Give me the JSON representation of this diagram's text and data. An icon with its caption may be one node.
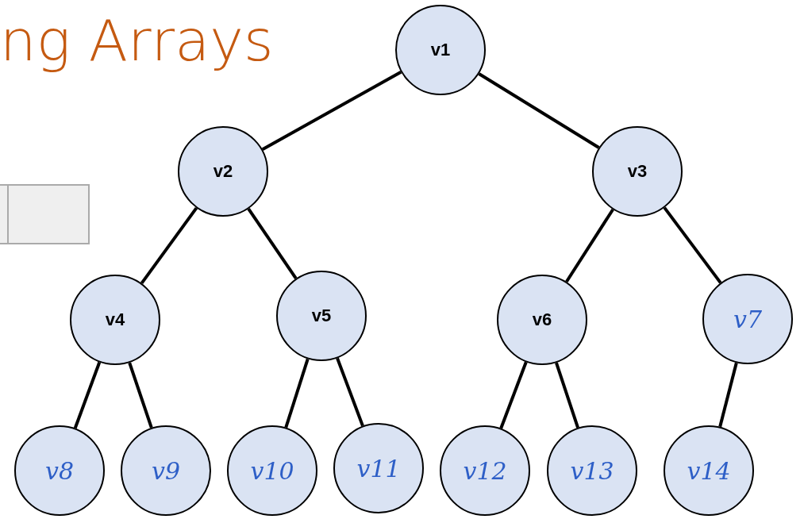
{
  "diagram": {
    "title": "ng Arrays",
    "nodes": [
      {
        "text": [
          "v1"
        ]
      },
      {
        "text": [
          "v2"
        ]
      },
      {
        "text": [
          "v3"
        ]
      },
      {
        "text": [
          "v4"
        ]
      },
      {
        "text": [
          "v5"
        ]
      },
      {
        "text": [
          "v6"
        ]
      },
      {
        "text": [
          "v7"
        ]
      },
      {
        "text": [
          "v8"
        ]
      },
      {
        "text": [
          "v9"
        ]
      },
      {
        "text": [
          "v10"
        ]
      },
      {
        "text": [
          "v11"
        ]
      },
      {
        "text": [
          "v12"
        ]
      },
      {
        "text": [
          "v13"
        ]
      },
      {
        "text": [
          "v14"
        ]
      }
    ],
    "edges": [
      {
        "from": 0,
        "to": 1,
        "arrow": "none"
      },
      {
        "from": 0,
        "to": 2,
        "arrow": "none"
      },
      {
        "from": 1,
        "to": 3,
        "arrow": "none"
      },
      {
        "from": 1,
        "to": 4,
        "arrow": "none"
      },
      {
        "from": 2,
        "to": 5,
        "arrow": "none"
      },
      {
        "from": 2,
        "to": 6,
        "arrow": "none"
      },
      {
        "from": 3,
        "to": 7,
        "arrow": "none"
      },
      {
        "from": 3,
        "to": 8,
        "arrow": "none"
      },
      {
        "from": 4,
        "to": 9,
        "arrow": "none"
      },
      {
        "from": 4,
        "to": 10,
        "arrow": "none"
      },
      {
        "from": 5,
        "to": 11,
        "arrow": "none"
      },
      {
        "from": 5,
        "to": 12,
        "arrow": "none"
      },
      {
        "from": 6,
        "to": 13,
        "arrow": "none"
      }
    ]
  }
}
